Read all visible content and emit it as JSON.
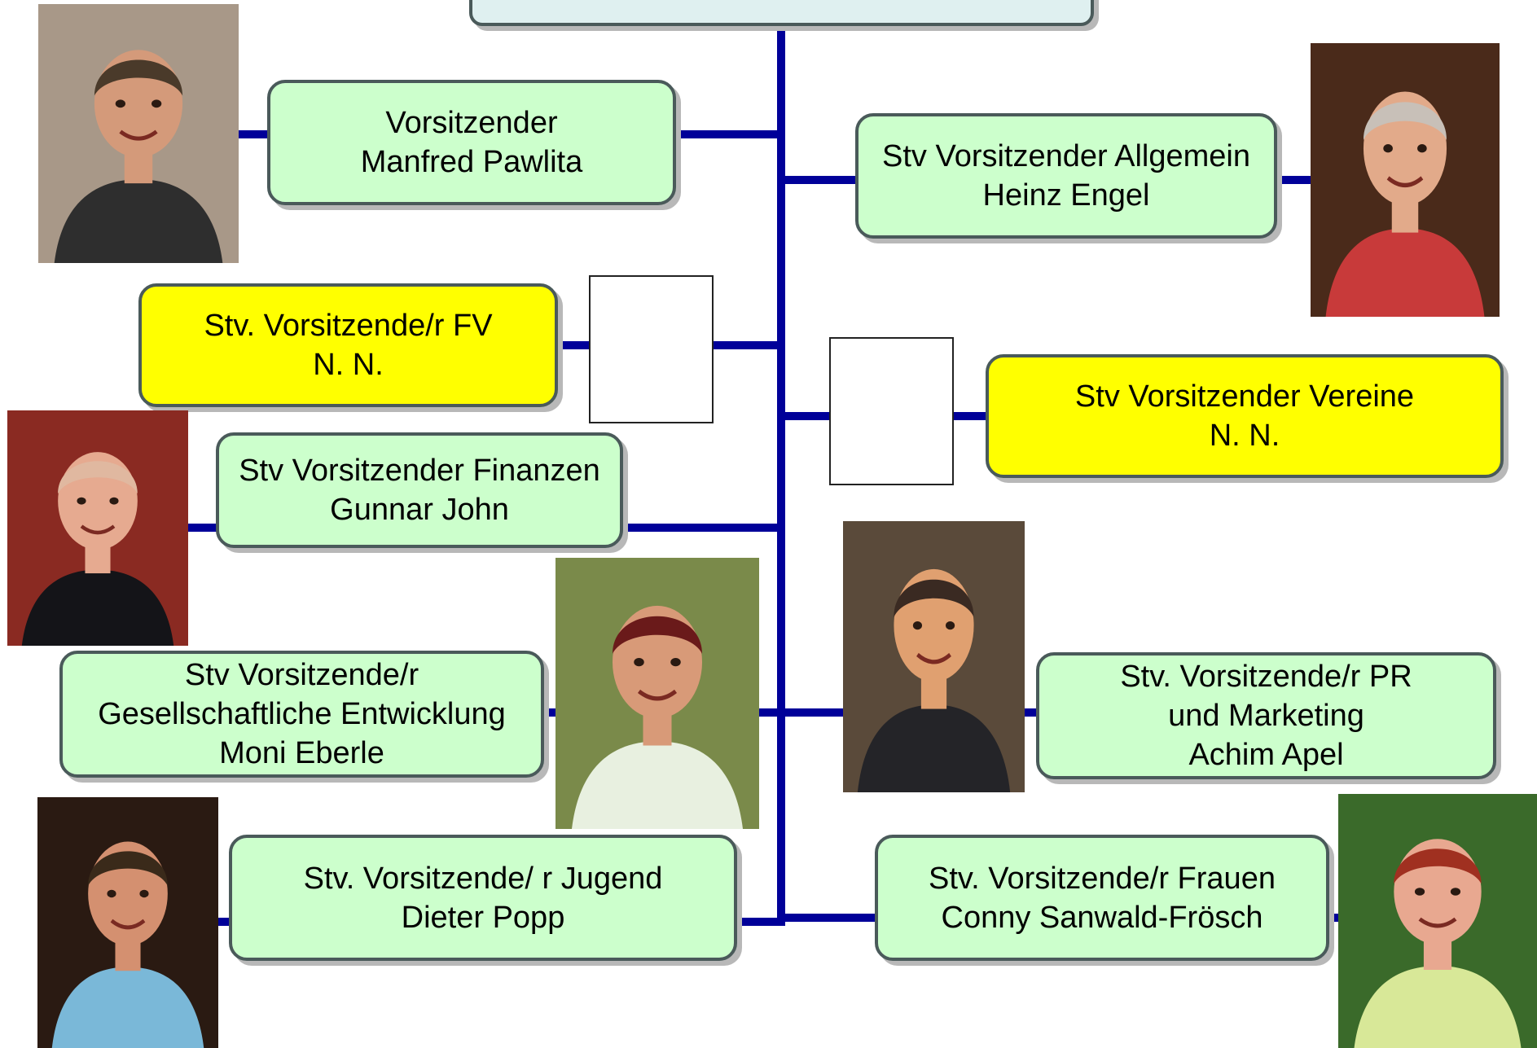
{
  "colors": {
    "connector": "#000099",
    "box_fill_filled": "#ccffcc",
    "box_fill_vacant": "#ffff00",
    "box_border": "#4a5a5a",
    "top_box_fill": "#dff0f0"
  },
  "positions": [
    {
      "id": "vorsitzender",
      "role": "Vorsitzender",
      "name": "Manfred Pawlita",
      "status": "filled"
    },
    {
      "id": "allgemein",
      "role": "Stv Vorsitzender Allgemein",
      "name": "Heinz Engel",
      "status": "filled"
    },
    {
      "id": "fv",
      "role": "Stv. Vorsitzende/r FV",
      "name": "N. N.",
      "status": "vacant"
    },
    {
      "id": "vereine",
      "role": "Stv Vorsitzender Vereine",
      "name": "N. N.",
      "status": "vacant"
    },
    {
      "id": "finanzen",
      "role": "Stv Vorsitzender Finanzen",
      "name": "Gunnar John",
      "status": "filled"
    },
    {
      "id": "gesellschaft",
      "role_lines": [
        "Stv Vorsitzende/r",
        "Gesellschaftliche Entwicklung"
      ],
      "name": "Moni Eberle",
      "status": "filled"
    },
    {
      "id": "pr",
      "role_lines": [
        "Stv. Vorsitzende/r PR",
        "und Marketing"
      ],
      "name": "Achim Apel",
      "status": "filled"
    },
    {
      "id": "jugend",
      "role": "Stv. Vorsitzende/ r Jugend",
      "name": "Dieter Popp",
      "status": "filled"
    },
    {
      "id": "frauen",
      "role": "Stv. Vorsitzende/r Frauen",
      "name": "Conny Sanwald-Frösch",
      "status": "filled"
    }
  ],
  "photos": [
    {
      "id": "pawlita",
      "bg": "#a89888",
      "skin": "#d49a7a",
      "hair": "#4a3a2a",
      "shirt": "#2e2e2e"
    },
    {
      "id": "engel",
      "bg": "#4a2a1a",
      "skin": "#e2aa8a",
      "hair": "#c8c0b8",
      "shirt": "#c83a3a"
    },
    {
      "id": "john",
      "bg": "#8a2a22",
      "skin": "#e6aa90",
      "hair": "#e0b8a0",
      "shirt": "#141418"
    },
    {
      "id": "eberle",
      "bg": "#7a8a4a",
      "skin": "#d89a78",
      "hair": "#6a1a1a",
      "shirt": "#e8f0e0"
    },
    {
      "id": "apel",
      "bg": "#5a4a3a",
      "skin": "#e0a070",
      "hair": "#3a2a22",
      "shirt": "#242428"
    },
    {
      "id": "popp",
      "bg": "#2a1a12",
      "skin": "#d49070",
      "hair": "#3a2a1a",
      "shirt": "#7ab8d8"
    },
    {
      "id": "sanwald",
      "bg": "#3a6a2a",
      "skin": "#e8a890",
      "hair": "#a03020",
      "shirt": "#d8e898"
    }
  ]
}
